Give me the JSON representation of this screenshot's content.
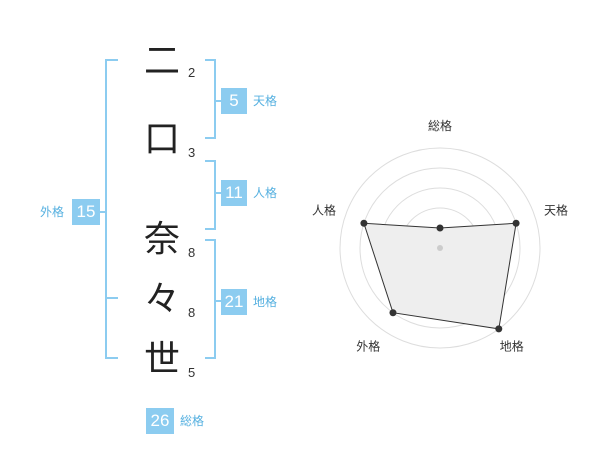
{
  "name": {
    "characters": [
      {
        "char": "二",
        "strokes": "2"
      },
      {
        "char": "口",
        "strokes": "3"
      },
      {
        "char": "奈",
        "strokes": "8"
      },
      {
        "char": "々",
        "strokes": "8"
      },
      {
        "char": "世",
        "strokes": "5"
      }
    ]
  },
  "fortune": {
    "tenkaku": {
      "value": "5",
      "label": "天格"
    },
    "jinkaku": {
      "value": "11",
      "label": "人格"
    },
    "chikaku": {
      "value": "21",
      "label": "地格"
    },
    "gaikaku": {
      "value": "15",
      "label": "外格"
    },
    "soukaku": {
      "value": "26",
      "label": "総格"
    }
  },
  "chart_data": {
    "type": "radar",
    "axes": [
      "総格",
      "天格",
      "地格",
      "外格",
      "人格"
    ],
    "values": [
      0.2,
      0.8,
      1.0,
      0.8,
      0.8
    ],
    "rings": 5,
    "colors": {
      "fill": "#eeeeee",
      "stroke": "#333333",
      "grid": "#dddddd",
      "accent": "#8cccf0"
    }
  }
}
